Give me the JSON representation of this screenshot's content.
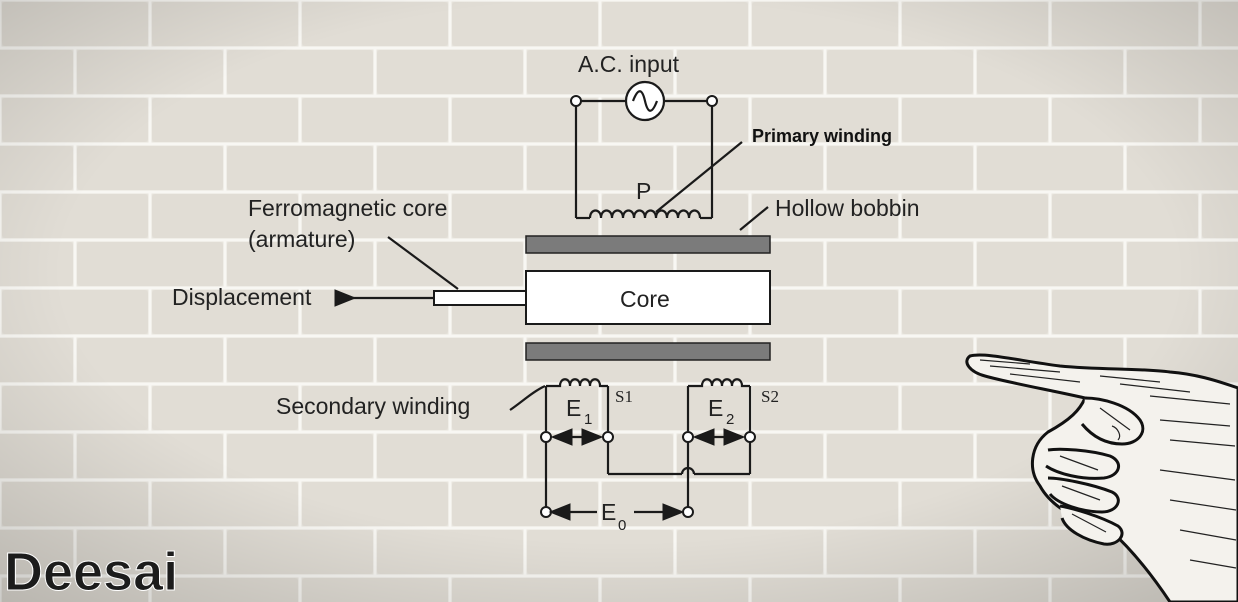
{
  "diagram": {
    "ac_input_label": "A.C. input",
    "primary_winding_label": "Primary winding",
    "primary_coil_label": "P",
    "hollow_bobbin_label": "Hollow bobbin",
    "ferro_core_label_line1": "Ferromagnetic core",
    "ferro_core_label_line2": "(armature)",
    "displacement_label": "Displacement",
    "core_label": "Core",
    "secondary_winding_label": "Secondary winding",
    "s1_label": "S1",
    "s2_label": "S2",
    "e1_main": "E",
    "e1_sub": "1",
    "e2_main": "E",
    "e2_sub": "2",
    "e0_main": "E",
    "e0_sub": "0"
  },
  "branding": {
    "logo_text": "Deesai",
    "logo_color": "#1c1c1c",
    "logo_accent_color": "#ffffff"
  },
  "decor": {
    "pointing_hand": "pointing-hand-illustration",
    "background": "white-brick-wall"
  }
}
